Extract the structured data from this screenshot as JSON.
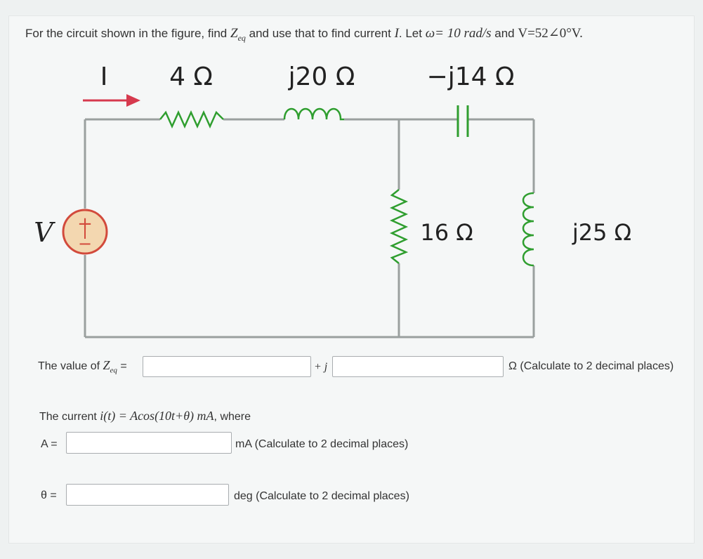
{
  "problem": {
    "text_before_zeq": "For the circuit shown in the figure, find ",
    "zeq_symbol": "Z",
    "zeq_subscript": "eq",
    "text_after_zeq": " and use that to find current ",
    "current_symbol": "I",
    "text_let": ". Let ",
    "omega_text": "ω= 10 rad/s",
    "text_and": " and ",
    "voltage_text": "V=52∠0°V."
  },
  "circuit": {
    "current_label": "I",
    "source_label": "V",
    "source_plus": "+",
    "source_minus": "−",
    "r1_label": "4 Ω",
    "l1_label": "j20 Ω",
    "c1_label": "−j14 Ω",
    "r2_label": "16 Ω",
    "l2_label": "j25 Ω",
    "wire_color": "#9aa09f",
    "resistor_color": "#2f9e2f",
    "inductor_color": "#2f9e2f",
    "arrow_color": "#d63a4e",
    "source_fill": "#f3d7b0",
    "source_border": "#d24a3c"
  },
  "zeq_row": {
    "prefix": "The value of ",
    "symbol": "Z",
    "subscript": "eq",
    "equals": " =",
    "real_value": "",
    "plus_j": "+ j",
    "imag_value": "",
    "suffix": "Ω (Calculate to 2 decimal places)"
  },
  "current_desc": {
    "prefix": "The current ",
    "expr": "i(t) = Acos(10t+θ) mA",
    "suffix": ", where"
  },
  "a_row": {
    "label": "A =",
    "value": "",
    "suffix": "mA (Calculate to 2 decimal places)"
  },
  "theta_row": {
    "label": "θ =",
    "value": "",
    "suffix": "deg (Calculate to 2 decimal places)"
  }
}
